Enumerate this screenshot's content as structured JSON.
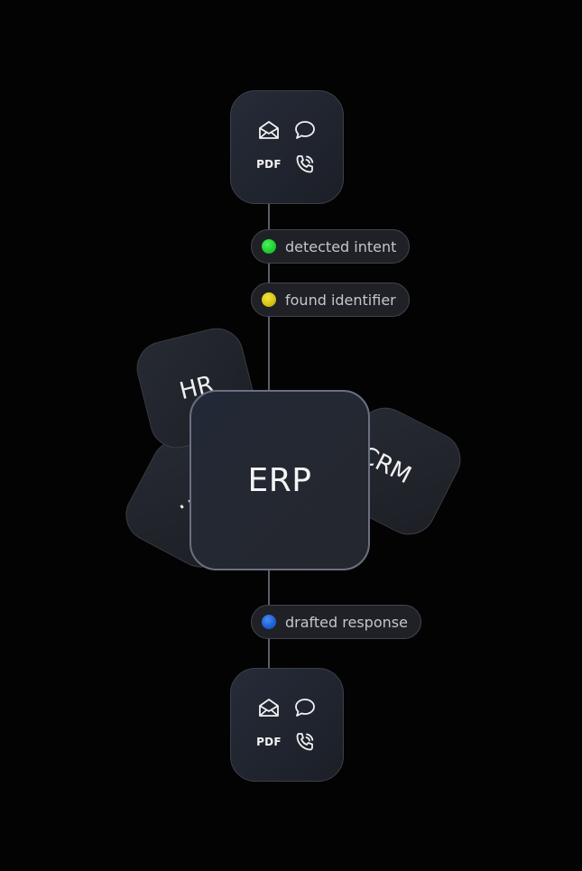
{
  "top_channels": {
    "pdf_label": "PDF",
    "icons": [
      "mail-icon",
      "chat-bubble-icon",
      "pdf-icon",
      "phone-call-icon"
    ]
  },
  "steps": [
    {
      "label": "detected intent",
      "dot_color": "#1fd133"
    },
    {
      "label": "found identifier",
      "dot_color": "#d9c515"
    },
    {
      "label": "drafted response",
      "dot_color": "#1d63d6"
    }
  ],
  "systems": {
    "center": "ERP",
    "hr": "HR",
    "crm": "CRM",
    "more": "..."
  },
  "bottom_channels": {
    "pdf_label": "PDF",
    "icons": [
      "mail-icon",
      "chat-bubble-icon",
      "pdf-icon",
      "phone-call-icon"
    ]
  },
  "colors": {
    "background": "#030303",
    "card": "#22262f",
    "connector": "#5a5e66"
  }
}
